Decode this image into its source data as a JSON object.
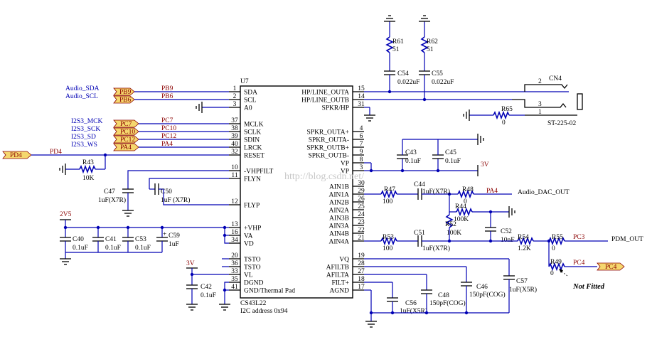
{
  "ic": {
    "ref": "U7",
    "part": "CS43L22",
    "address": "I2C address 0x94",
    "left_pins": [
      {
        "name": "SDA",
        "num": "1"
      },
      {
        "name": "SCL",
        "num": "2"
      },
      {
        "name": "A0",
        "num": "3"
      },
      {
        "name": "MCLK",
        "num": "37"
      },
      {
        "name": "SCLK",
        "num": "38"
      },
      {
        "name": "SDIN",
        "num": "39"
      },
      {
        "name": "LRCK",
        "num": "40"
      },
      {
        "name": "RESET",
        "num": "32"
      },
      {
        "name": "-VHPFILT",
        "num": "10"
      },
      {
        "name": "FLYN",
        "num": "11"
      },
      {
        "name": "FLYP",
        "num": "12"
      },
      {
        "name": "+VHP",
        "num": "13"
      },
      {
        "name": "VA",
        "num": "16"
      },
      {
        "name": "VD",
        "num": "34"
      },
      {
        "name": "TSTO",
        "num": "20"
      },
      {
        "name": "TSTO",
        "num": "36"
      },
      {
        "name": "VL",
        "num": "33"
      },
      {
        "name": "DGND",
        "num": "35"
      },
      {
        "name": "GND/Thermal Pad",
        "num": "41"
      }
    ],
    "right_pins": [
      {
        "name": "HP/LINE_OUTA",
        "num": "15"
      },
      {
        "name": "HP/LINE_OUTB",
        "num": "14"
      },
      {
        "name": "SPKR/HP",
        "num": "31"
      },
      {
        "name": "SPKR_OUTA+",
        "num": "4"
      },
      {
        "name": "SPKR_OUTA-",
        "num": "6"
      },
      {
        "name": "SPKR_OUTB+",
        "num": "7"
      },
      {
        "name": "SPKR_OUTB-",
        "num": "9"
      },
      {
        "name": "VP",
        "num": "8"
      },
      {
        "name": "VP",
        "num": "3"
      },
      {
        "name": "AIN1B",
        "num": "30"
      },
      {
        "name": "AIN1A",
        "num": "29"
      },
      {
        "name": "AIN2B",
        "num": "26"
      },
      {
        "name": "AIN2A",
        "num": "25"
      },
      {
        "name": "AIN3B",
        "num": "24"
      },
      {
        "name": "AIN3A",
        "num": "23"
      },
      {
        "name": "AIN4B",
        "num": "22"
      },
      {
        "name": "AIN4A",
        "num": "21"
      },
      {
        "name": "VQ",
        "num": "19"
      },
      {
        "name": "AFILTB",
        "num": "28"
      },
      {
        "name": "AFILTA",
        "num": "27"
      },
      {
        "name": "FILT+",
        "num": "18"
      },
      {
        "name": "AGND",
        "num": "17"
      }
    ]
  },
  "inputs": {
    "audio_sda": "Audio_SDA",
    "audio_scl": "Audio_SCL",
    "i2s_mck": "I2S3_MCK",
    "i2s_sck": "I2S3_SCK",
    "i2s_sd": "I2S3_SD",
    "i2s_ws": "I2S3_WS",
    "pd4": "PD4"
  },
  "ports": {
    "pb9": "PB9",
    "pb6": "PB6",
    "pc7": "PC7",
    "pc10": "PC10",
    "pc12": "PC12",
    "pa4": "PA4",
    "pd4": "PD4",
    "pc3": "PC3",
    "pc4": "PC4"
  },
  "outputs": {
    "audio_dac_out": "Audio_DAC_OUT",
    "pdm_out": "PDM_OUT",
    "not_fitted": "Not Fitted"
  },
  "rails": {
    "v2v5": "2V5",
    "v3_a": "3V",
    "v3_b": "3V"
  },
  "components": {
    "r61": {
      "ref": "R61",
      "value": "51"
    },
    "r62": {
      "ref": "R62",
      "value": "51"
    },
    "c54": {
      "ref": "C54",
      "value": "0.022uF"
    },
    "c55": {
      "ref": "C55",
      "value": "0.022uF"
    },
    "cn4": {
      "ref": "CN4",
      "part": "ST-225-02",
      "pins": [
        "2",
        "3",
        "1"
      ]
    },
    "r65": {
      "ref": "R65",
      "value": "0"
    },
    "r43": {
      "ref": "R43",
      "value": "10K"
    },
    "c43": {
      "ref": "C43",
      "value": "0.1uF"
    },
    "c45": {
      "ref": "C45",
      "value": "0.1uF"
    },
    "c47": {
      "ref": "C47",
      "value": "1uF(X7R)"
    },
    "c50": {
      "ref": "C50",
      "value": "1uF (X7R)"
    },
    "r47": {
      "ref": "R47",
      "value": "100"
    },
    "c44": {
      "ref": "C44",
      "value": "1uF(X7R)"
    },
    "r48": {
      "ref": "R48",
      "value": "0"
    },
    "r44": {
      "ref": "R44",
      "value": "100K"
    },
    "r52": {
      "ref": "R52",
      "value": "100K"
    },
    "c52": {
      "ref": "C52",
      "value": "10nF"
    },
    "r54": {
      "ref": "R54",
      "value": "1.2K"
    },
    "r55": {
      "ref": "R55",
      "value": "0"
    },
    "r49": {
      "ref": "R49",
      "value": "0"
    },
    "r53": {
      "ref": "R53",
      "value": "100"
    },
    "c51": {
      "ref": "C51",
      "value": "1uF(X7R)"
    },
    "c40": {
      "ref": "C40",
      "value": "0.1uF"
    },
    "c41": {
      "ref": "C41",
      "value": "0.1uF"
    },
    "c53": {
      "ref": "C53",
      "value": "0.1uF"
    },
    "c59": {
      "ref": "C59",
      "value": "1uF"
    },
    "c42": {
      "ref": "C42",
      "value": "0.1uF"
    },
    "c56": {
      "ref": "C56",
      "value": "1uF(X5R)"
    },
    "c48": {
      "ref": "C48",
      "value": "150pF(COG)"
    },
    "c46": {
      "ref": "C46",
      "value": "150pF(COG)"
    },
    "c57": {
      "ref": "C57",
      "value": "1uF(X5R)"
    }
  },
  "watermark": "http://blog.csdn.net/",
  "colors": {
    "wire": "#0000b4",
    "port_fill": "#f5d76e",
    "port_text": "#8b0000"
  }
}
